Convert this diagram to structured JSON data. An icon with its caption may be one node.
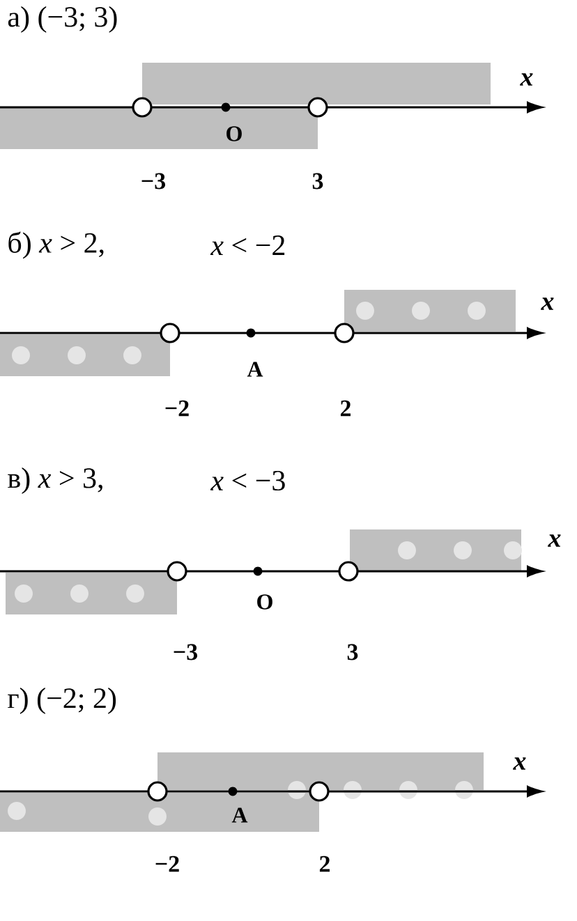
{
  "diagram": {
    "labels": [
      "а) (−3; 3)",
      "x",
      "O",
      "−3",
      "3",
      "б) *x* > 2,",
      "*x* < −2",
      "x",
      "A",
      "−2",
      "2",
      "в) *x* > 3,",
      "*x* < −3",
      "x",
      "O",
      "−3",
      "3",
      "г) (−2; 2)",
      "x",
      "A",
      "−2",
      "2"
    ]
  }
}
